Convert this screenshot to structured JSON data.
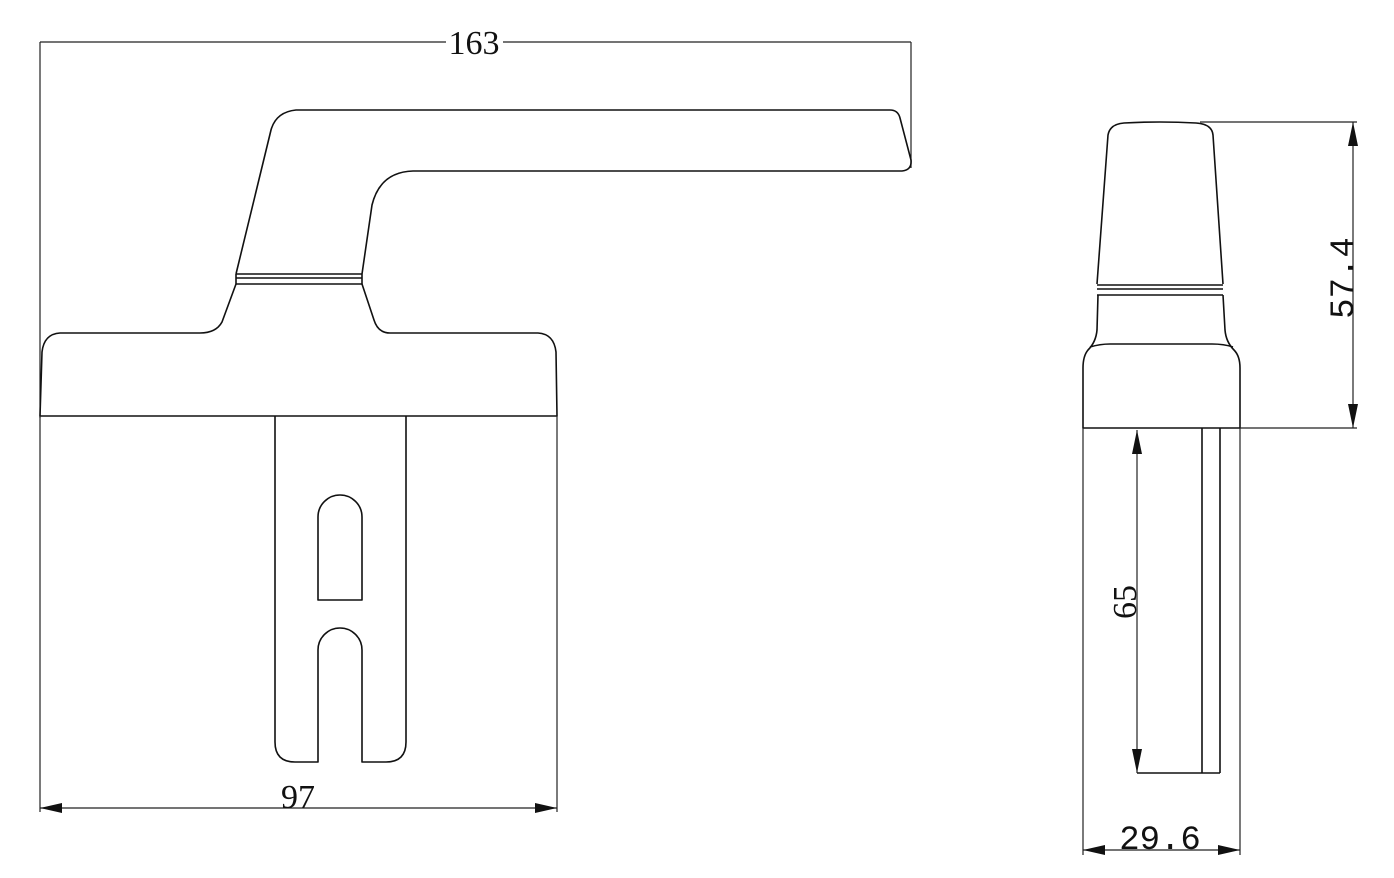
{
  "drawing": {
    "type": "technical dimension drawing",
    "subject": "window handle",
    "views": [
      {
        "name": "front-view",
        "dimensions": {
          "overall_length": "163",
          "base_width": "97"
        }
      },
      {
        "name": "side-view",
        "dimensions": {
          "height": "57.4",
          "spindle_length": "65",
          "base_depth": "29.6"
        }
      }
    ],
    "line_color": "#111111",
    "background": "#ffffff"
  }
}
